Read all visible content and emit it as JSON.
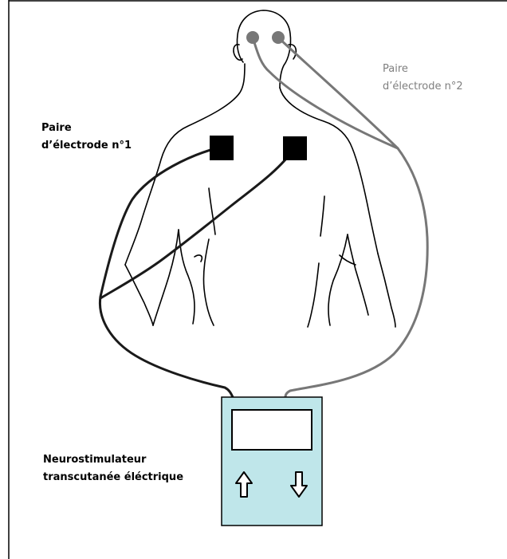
{
  "labels": {
    "pair1_line1": "Paire",
    "pair1_line2": "d’électrode n°1",
    "pair2_line1": "Paire",
    "pair2_line2": "d’électrode n°2",
    "device_line1": "Neurostimulateur",
    "device_line2": "transcutanée éléctrique"
  },
  "colors": {
    "pair1_wire": "#1a1a1a",
    "pair2_wire": "#777777",
    "device_fill": "#bfe6ea",
    "pair2_label": "#7f7f7f"
  },
  "icons": {
    "increase_button": "up-arrow-icon",
    "decrease_button": "down-arrow-icon"
  }
}
